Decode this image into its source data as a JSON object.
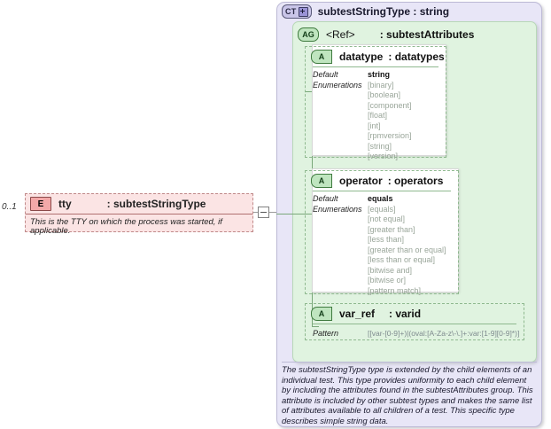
{
  "left_element": {
    "cardinality": "0..1",
    "badge": "E",
    "name": "tty",
    "type": ": subtestStringType",
    "documentation": "This is the TTY on which the process was started, if applicable."
  },
  "complex_type": {
    "badge": "CT",
    "title": "subtestStringType : string",
    "description": "The subtestStringType type is extended by the child elements of an individual test.  This type provides uniformity to each child element by including the attributes found in the subtestAttributes group.  This attribute is included by other subtest types and makes the same list of attributes available to all children of a test.  This specific type describes simple string data."
  },
  "attribute_group": {
    "badge": "AG",
    "ref": "<Ref>",
    "type": ": subtestAttributes"
  },
  "attributes": [
    {
      "badge": "A",
      "name": "datatype",
      "type": ": datatypes",
      "label_default": "Default",
      "label_enumerations": "Enumerations",
      "default": "string",
      "enumerations": [
        "[binary]",
        "[boolean]",
        "[component]",
        "[float]",
        "[int]",
        "[rpmversion]",
        "[string]",
        "[version]"
      ]
    },
    {
      "badge": "A",
      "name": "operator",
      "type": ": operators",
      "label_default": "Default",
      "label_enumerations": "Enumerations",
      "default": "equals",
      "enumerations": [
        "[equals]",
        "[not equal]",
        "[greater than]",
        "[less than]",
        "[greater than or equal]",
        "[less than or equal]",
        "[bitwise and]",
        "[bitwise or]",
        "[pattern match]"
      ]
    },
    {
      "badge": "A",
      "name": "var_ref",
      "type": ": varid",
      "label_pattern": "Pattern",
      "pattern": "[[var-[0-9]+)|(oval:[A-Za-z\\-\\.]+:var:[1-9][0-9]*)]"
    }
  ],
  "colors": {
    "element_fill": "#fbe4e4",
    "element_border": "#c08a8a",
    "ct_fill": "#e8e6f7",
    "ag_fill": "#e0f3e0",
    "attr_border": "#8fb98f"
  }
}
